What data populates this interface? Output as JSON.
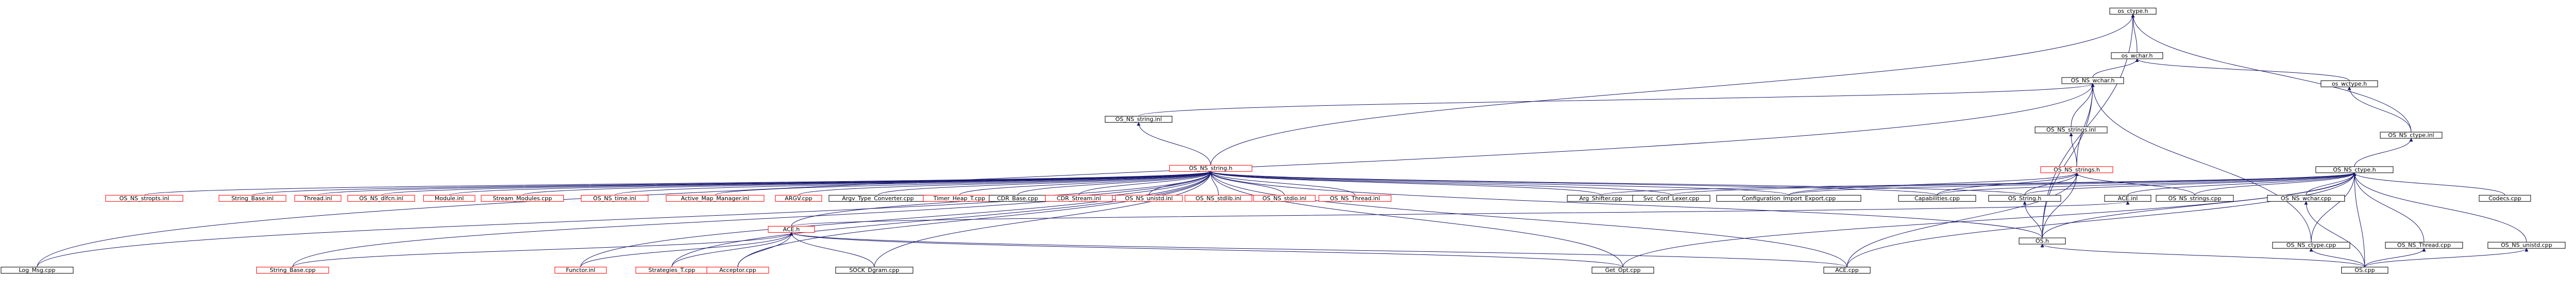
{
  "diagram": {
    "nodes": [
      {
        "id": "n0",
        "label": "os_ctype.h",
        "kind": "root"
      },
      {
        "id": "n1",
        "label": "os_wchar.h",
        "kind": "normal"
      },
      {
        "id": "n2",
        "label": "OS_NS_wchar.h",
        "kind": "normal"
      },
      {
        "id": "n3",
        "label": "os_wctype.h",
        "kind": "normal"
      },
      {
        "id": "n4",
        "label": "OS_NS_string.inl",
        "kind": "normal"
      },
      {
        "id": "n5",
        "label": "OS_NS_strings.inl",
        "kind": "normal"
      },
      {
        "id": "n6",
        "label": "OS_NS_ctype.inl",
        "kind": "normal"
      },
      {
        "id": "n7",
        "label": "OS_NS_string.h",
        "kind": "truncated"
      },
      {
        "id": "n8",
        "label": "OS_NS_strings.h",
        "kind": "truncated"
      },
      {
        "id": "n9",
        "label": "OS_NS_ctype.h",
        "kind": "normal"
      },
      {
        "id": "n10",
        "label": "OS_NS_stropts.inl",
        "kind": "truncated"
      },
      {
        "id": "n11",
        "label": "String_Base.inl",
        "kind": "truncated"
      },
      {
        "id": "n12",
        "label": "Thread.inl",
        "kind": "truncated"
      },
      {
        "id": "n13",
        "label": "OS_NS_dlfcn.inl",
        "kind": "truncated"
      },
      {
        "id": "n14",
        "label": "Module.inl",
        "kind": "truncated"
      },
      {
        "id": "n15",
        "label": "Stream_Modules.cpp",
        "kind": "truncated"
      },
      {
        "id": "n16",
        "label": "OS_NS_time.inl",
        "kind": "truncated"
      },
      {
        "id": "n17",
        "label": "Active_Map_Manager.inl",
        "kind": "truncated"
      },
      {
        "id": "n18",
        "label": "ARGV.cpp",
        "kind": "truncated"
      },
      {
        "id": "n19",
        "label": "Argv_Type_Converter.cpp",
        "kind": "normal"
      },
      {
        "id": "n20",
        "label": "Timer_Heap_T.cpp",
        "kind": "truncated"
      },
      {
        "id": "n21",
        "label": "CDR_Base.cpp",
        "kind": "normal"
      },
      {
        "id": "n22",
        "label": "CDR_Stream.inl",
        "kind": "truncated"
      },
      {
        "id": "n23",
        "label": "OS_NS_unistd.inl",
        "kind": "truncated"
      },
      {
        "id": "n24",
        "label": "OS_NS_stdlib.inl",
        "kind": "truncated"
      },
      {
        "id": "n25",
        "label": "OS_NS_stdio.inl",
        "kind": "truncated"
      },
      {
        "id": "n26",
        "label": "OS_NS_Thread.inl",
        "kind": "truncated"
      },
      {
        "id": "n27",
        "label": "Arg_Shifter.cpp",
        "kind": "normal"
      },
      {
        "id": "n28",
        "label": "Svc_Conf_Lexer.cpp",
        "kind": "normal"
      },
      {
        "id": "n29",
        "label": "Configuration_Import_Export.cpp",
        "kind": "normal"
      },
      {
        "id": "n30",
        "label": "Capabilities.cpp",
        "kind": "normal"
      },
      {
        "id": "n31",
        "label": "OS_String.h",
        "kind": "normal"
      },
      {
        "id": "n32",
        "label": "ACE.inl",
        "kind": "normal"
      },
      {
        "id": "n33",
        "label": "OS_NS_strings.cpp",
        "kind": "normal"
      },
      {
        "id": "n34",
        "label": "OS_NS_wchar.cpp",
        "kind": "normal"
      },
      {
        "id": "n35",
        "label": "Codecs.cpp",
        "kind": "normal"
      },
      {
        "id": "n36",
        "label": "ACE.h",
        "kind": "truncated"
      },
      {
        "id": "n37",
        "label": "OS.h",
        "kind": "normal"
      },
      {
        "id": "n38",
        "label": "OS_NS_ctype.cpp",
        "kind": "normal"
      },
      {
        "id": "n39",
        "label": "OS_NS_Thread.cpp",
        "kind": "normal"
      },
      {
        "id": "n40",
        "label": "OS_NS_unistd.cpp",
        "kind": "normal"
      },
      {
        "id": "n41",
        "label": "Log_Msg.cpp",
        "kind": "normal"
      },
      {
        "id": "n42",
        "label": "String_Base.cpp",
        "kind": "truncated"
      },
      {
        "id": "n43",
        "label": "Functor.inl",
        "kind": "truncated"
      },
      {
        "id": "n44",
        "label": "Strategies_T.cpp",
        "kind": "truncated"
      },
      {
        "id": "n45",
        "label": "Acceptor.cpp",
        "kind": "truncated"
      },
      {
        "id": "n46",
        "label": "SOCK_Dgram.cpp",
        "kind": "normal"
      },
      {
        "id": "n47",
        "label": "Get_Opt.cpp",
        "kind": "normal"
      },
      {
        "id": "n48",
        "label": "ACE.cpp",
        "kind": "normal"
      },
      {
        "id": "n49",
        "label": "OS.cpp",
        "kind": "normal"
      }
    ],
    "edges": [
      [
        "n0",
        "n1"
      ],
      [
        "n0",
        "n6"
      ],
      [
        "n0",
        "n7"
      ],
      [
        "n0",
        "n37"
      ],
      [
        "n1",
        "n2"
      ],
      [
        "n1",
        "n3"
      ],
      [
        "n2",
        "n4"
      ],
      [
        "n2",
        "n5"
      ],
      [
        "n2",
        "n8"
      ],
      [
        "n2",
        "n37"
      ],
      [
        "n2",
        "n41"
      ],
      [
        "n2",
        "n38"
      ],
      [
        "n3",
        "n6"
      ],
      [
        "n4",
        "n7"
      ],
      [
        "n5",
        "n8"
      ],
      [
        "n6",
        "n9"
      ],
      [
        "n7",
        "n10"
      ],
      [
        "n7",
        "n11"
      ],
      [
        "n7",
        "n12"
      ],
      [
        "n7",
        "n13"
      ],
      [
        "n7",
        "n14"
      ],
      [
        "n7",
        "n15"
      ],
      [
        "n7",
        "n16"
      ],
      [
        "n7",
        "n17"
      ],
      [
        "n7",
        "n18"
      ],
      [
        "n7",
        "n19"
      ],
      [
        "n7",
        "n20"
      ],
      [
        "n7",
        "n21"
      ],
      [
        "n7",
        "n22"
      ],
      [
        "n7",
        "n23"
      ],
      [
        "n7",
        "n24"
      ],
      [
        "n7",
        "n25"
      ],
      [
        "n7",
        "n26"
      ],
      [
        "n7",
        "n27"
      ],
      [
        "n7",
        "n28"
      ],
      [
        "n7",
        "n29"
      ],
      [
        "n7",
        "n30"
      ],
      [
        "n7",
        "n31"
      ],
      [
        "n7",
        "n36"
      ],
      [
        "n7",
        "n37"
      ],
      [
        "n7",
        "n41"
      ],
      [
        "n7",
        "n42"
      ],
      [
        "n7",
        "n43"
      ],
      [
        "n7",
        "n44"
      ],
      [
        "n7",
        "n45"
      ],
      [
        "n7",
        "n46"
      ],
      [
        "n7",
        "n47"
      ],
      [
        "n7",
        "n48"
      ],
      [
        "n8",
        "n29"
      ],
      [
        "n8",
        "n30"
      ],
      [
        "n8",
        "n31"
      ],
      [
        "n8",
        "n33"
      ],
      [
        "n8",
        "n37"
      ],
      [
        "n8",
        "n48"
      ],
      [
        "n9",
        "n27"
      ],
      [
        "n9",
        "n28"
      ],
      [
        "n9",
        "n29"
      ],
      [
        "n9",
        "n30"
      ],
      [
        "n9",
        "n31"
      ],
      [
        "n9",
        "n32"
      ],
      [
        "n9",
        "n33"
      ],
      [
        "n9",
        "n34"
      ],
      [
        "n9",
        "n35"
      ],
      [
        "n9",
        "n37"
      ],
      [
        "n9",
        "n38"
      ],
      [
        "n9",
        "n39"
      ],
      [
        "n9",
        "n40"
      ],
      [
        "n9",
        "n47"
      ],
      [
        "n9",
        "n48"
      ],
      [
        "n9",
        "n49"
      ],
      [
        "n31",
        "n37"
      ],
      [
        "n32",
        "n36"
      ],
      [
        "n36",
        "n42"
      ],
      [
        "n36",
        "n43"
      ],
      [
        "n36",
        "n44"
      ],
      [
        "n36",
        "n45"
      ],
      [
        "n36",
        "n46"
      ],
      [
        "n36",
        "n47"
      ],
      [
        "n36",
        "n48"
      ],
      [
        "n37",
        "n49"
      ],
      [
        "n38",
        "n49"
      ],
      [
        "n39",
        "n49"
      ],
      [
        "n40",
        "n49"
      ],
      [
        "n34",
        "n49"
      ]
    ],
    "colors": {
      "edge": "#191970",
      "root_fill": "#bfbfbf",
      "normal_border": "#000000",
      "truncated_border": "#ff0000",
      "text": "#000000"
    }
  }
}
